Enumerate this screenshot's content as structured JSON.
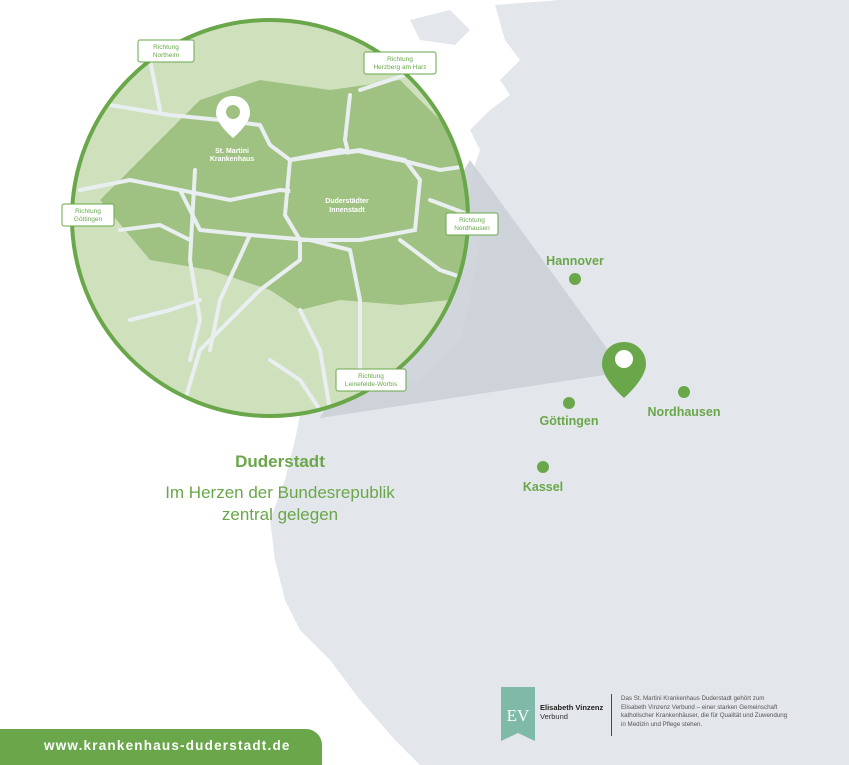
{
  "map": {
    "city_labels": {
      "hannover": "Hannover",
      "goettingen": "Göttingen",
      "nordhausen": "Nordhausen",
      "kassel": "Kassel"
    },
    "inset": {
      "hospital_label_line1": "St. Martini",
      "hospital_label_line2": "Krankenhaus",
      "center_label_line1": "Duderstädter",
      "center_label_line2": "Innenstadt",
      "directions": {
        "northeim": [
          "Richtung",
          "Northeim"
        ],
        "herzberg": [
          "Richtung",
          "Herzberg am Harz"
        ],
        "goettingen": [
          "Richtung",
          "Göttingen"
        ],
        "nordhausen": [
          "Richtung",
          "Nordhausen"
        ],
        "leinefelde": [
          "Richtung",
          "Leinefelde-Worbis"
        ]
      }
    },
    "colors": {
      "land": "#e3e6ea",
      "brand_green": "#6aa74a",
      "inset_light": "#cfe0bd",
      "inset_dark": "#9fc283",
      "roads": "#e9eef0"
    }
  },
  "headline": {
    "title": "Duderstadt",
    "subtitle_line1": "Im Herzen der Bundesrepublik",
    "subtitle_line2": "zentral gelegen"
  },
  "footer": {
    "url": "www.krankenhaus-duderstadt.de",
    "logo_mark": "EV",
    "logo_name_line1": "Elisabeth Vinzenz",
    "logo_name_line2": "Verbund",
    "blurb": "Das St. Martini Krankenhaus Duderstadt gehört zum Elisabeth Vinzenz Verbund – einer starken Gemeinschaft katholischer Krankenhäuser, die für Qualität und Zuwendung in Medizin und Pflege stehen."
  }
}
